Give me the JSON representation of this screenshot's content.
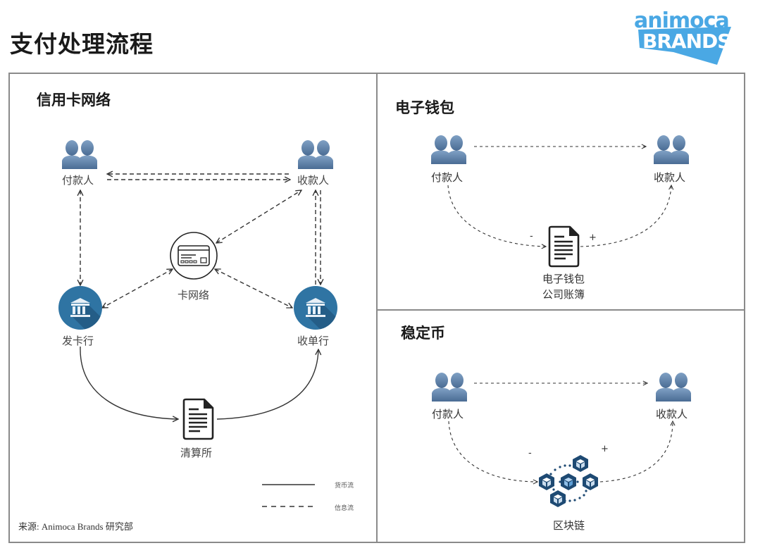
{
  "page": {
    "title": "支付处理流程",
    "logo": {
      "line1": "animoca",
      "line2": "BRANDS",
      "brand_color": "#4aa8e4"
    },
    "source": "来源: Animoca Brands 研究部"
  },
  "colors": {
    "border": "#8a8a8a",
    "bank_blue": "#2f74a3",
    "person_blue": "#5f82a8",
    "block_dark": "#1e4a73",
    "block_light": "#8fbfe8",
    "line": "#333333"
  },
  "credit_card_network": {
    "title": "信用卡网络",
    "nodes": {
      "payer": "付款人",
      "payee": "收款人",
      "card_network": "卡网络",
      "issuer": "发卡行",
      "acquirer": "收单行",
      "clearing_house": "清算所"
    },
    "legend": [
      {
        "style": "solid",
        "label": "货币流"
      },
      {
        "style": "dashed",
        "label": "信息流"
      }
    ]
  },
  "e_wallet": {
    "title": "电子钱包",
    "nodes": {
      "payer": "付款人",
      "payee": "收款人",
      "ledger_line1": "电子钱包",
      "ledger_line2": "公司账簿"
    },
    "minus": "-",
    "plus": "+"
  },
  "stablecoin": {
    "title": "稳定币",
    "nodes": {
      "payer": "付款人",
      "payee": "收款人",
      "blockchain": "区块链"
    },
    "minus": "-",
    "plus": "+"
  }
}
